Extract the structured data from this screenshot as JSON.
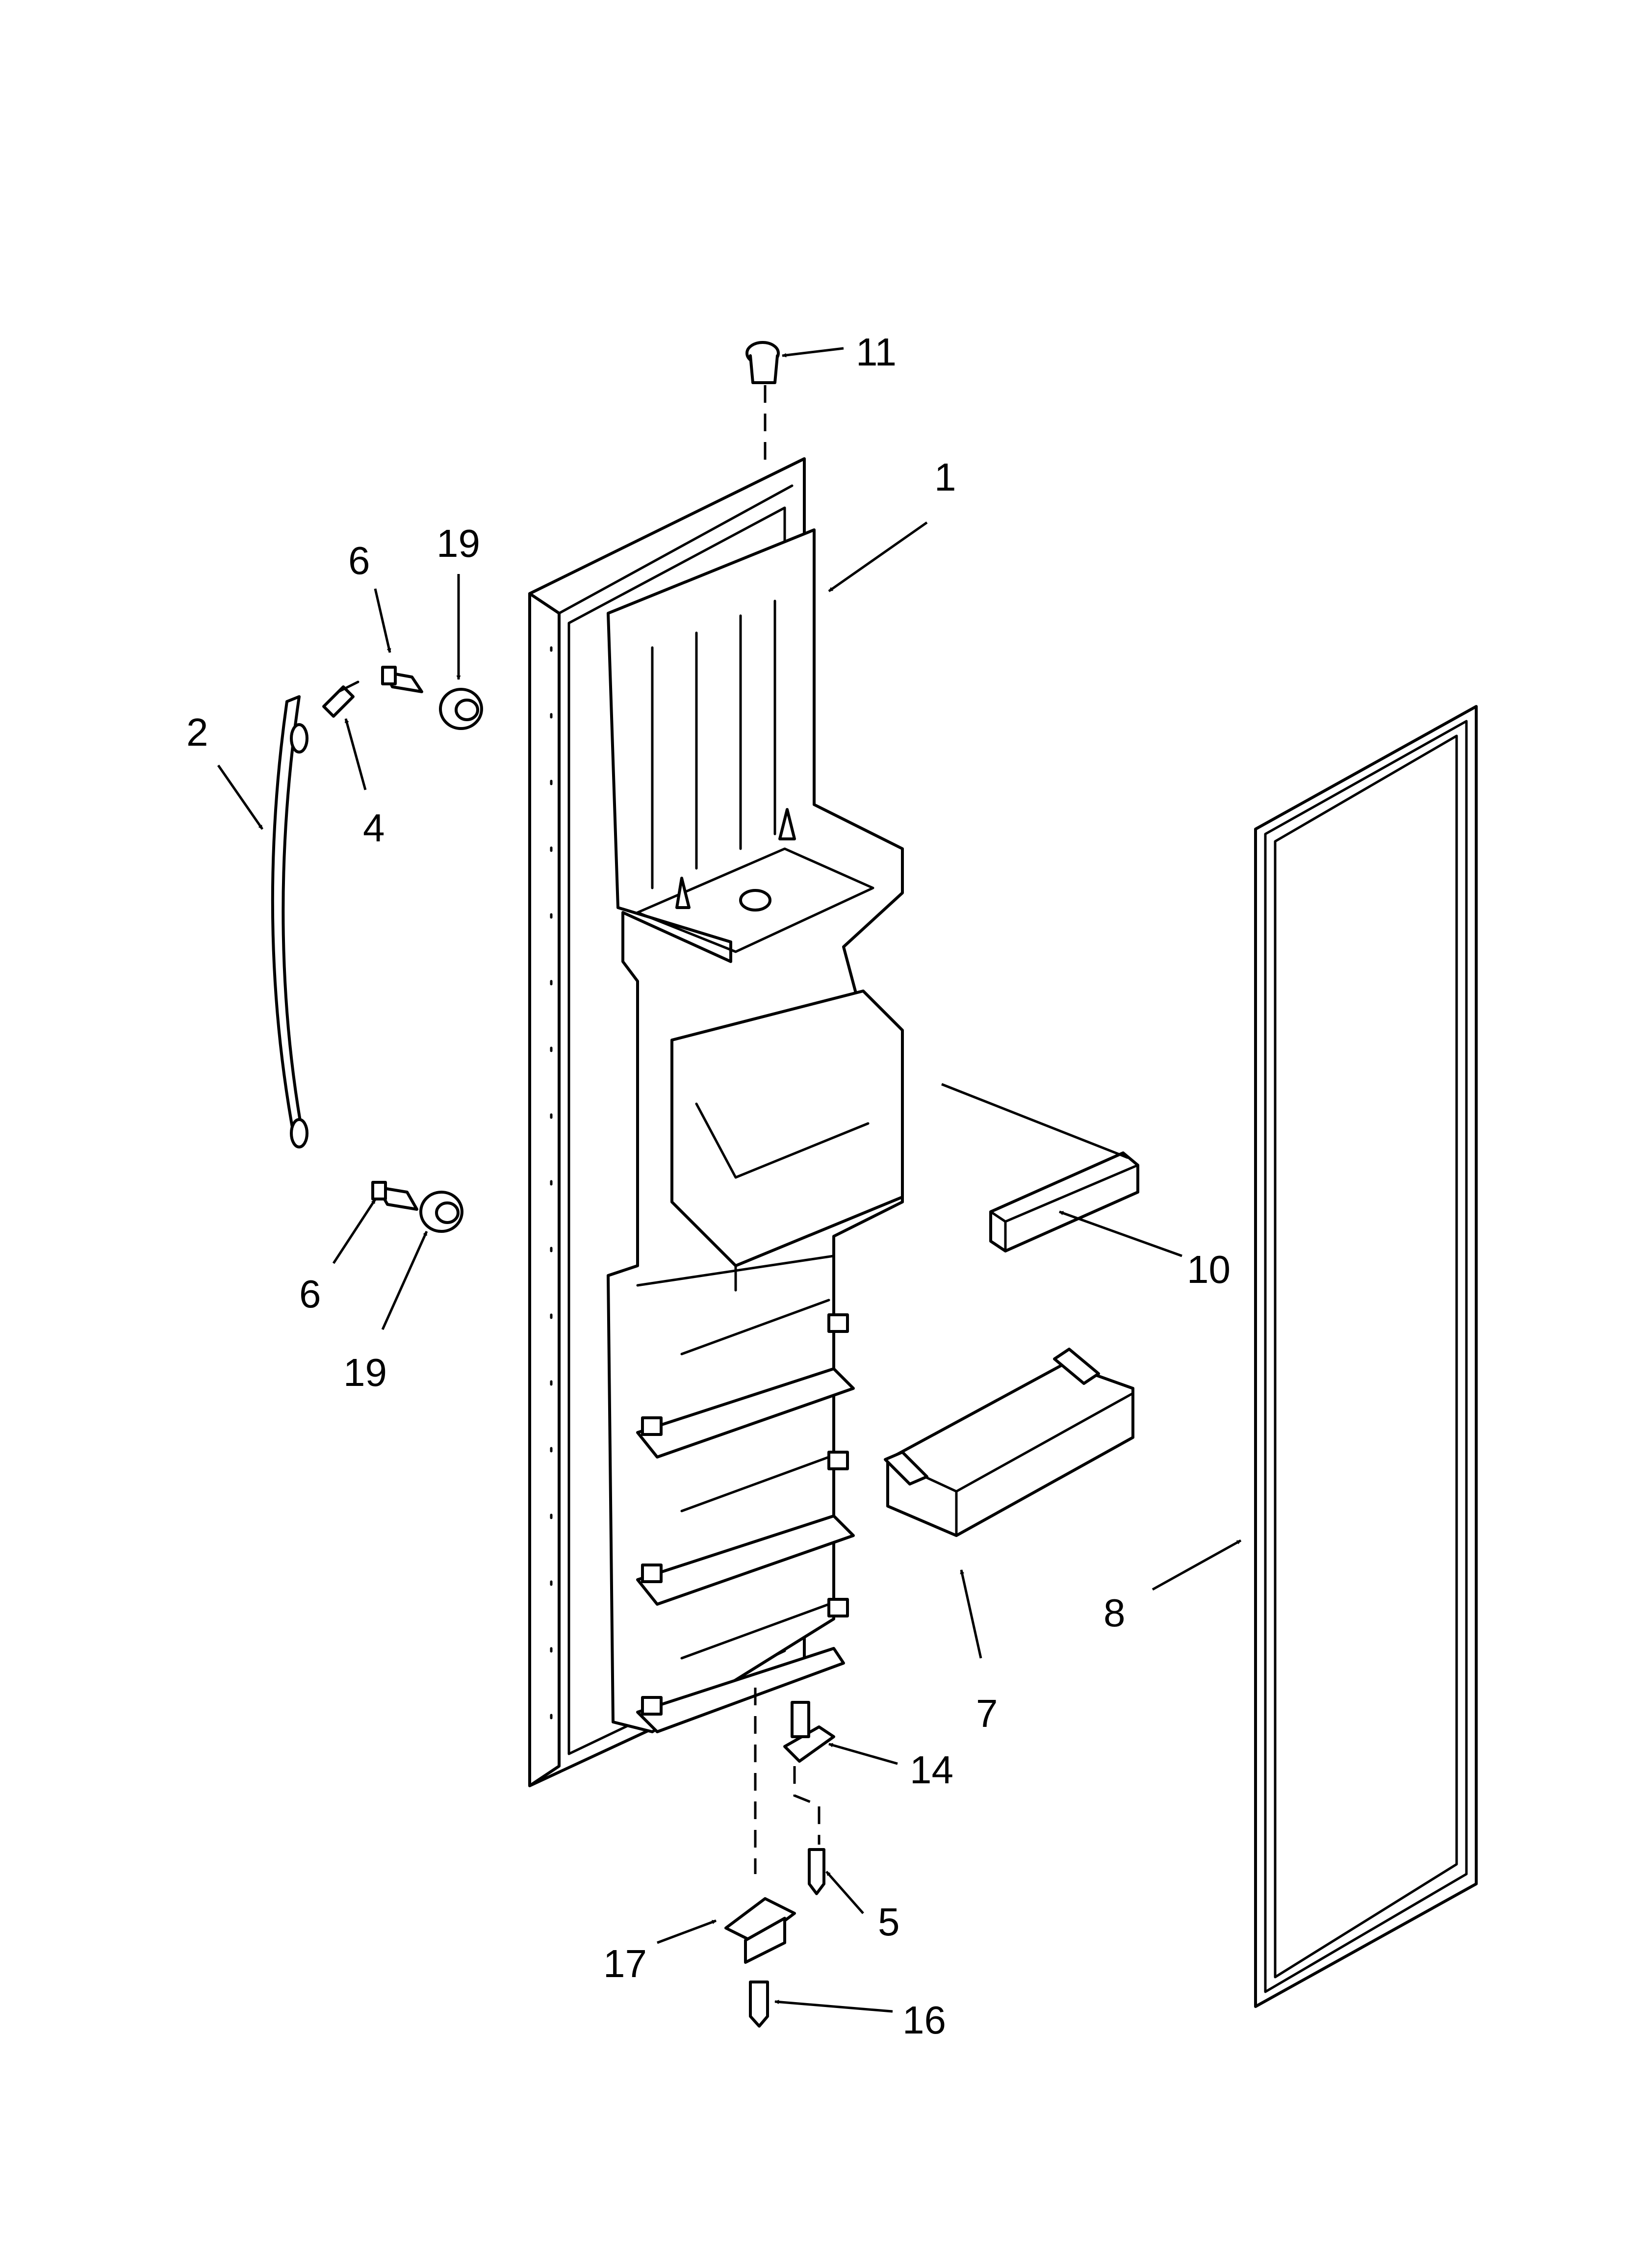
{
  "callouts": {
    "c1": "1",
    "c2": "2",
    "c4": "4",
    "c5": "5",
    "c6_upper": "6",
    "c6_lower": "6",
    "c7": "7",
    "c8": "8",
    "c10": "10",
    "c11": "11",
    "c14": "14",
    "c16": "16",
    "c17": "17",
    "c19_upper": "19",
    "c19_lower": "19"
  },
  "colors": {
    "line": "#000000",
    "background": "#ffffff"
  }
}
